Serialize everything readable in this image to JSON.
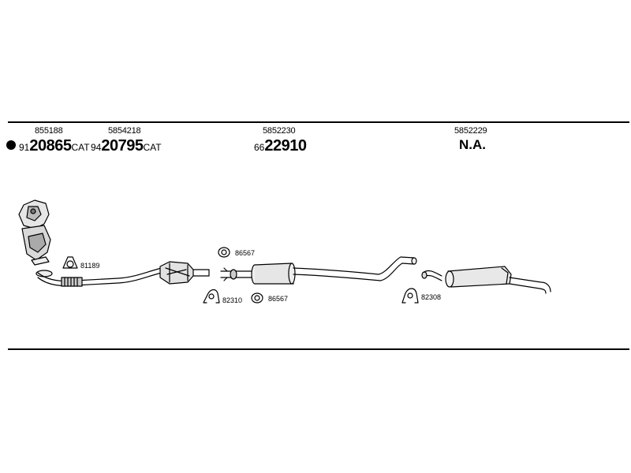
{
  "oem_numbers": {
    "part1": "855188",
    "part2": "5854218",
    "part3": "5852230",
    "part4": "5852229"
  },
  "parts": {
    "part1": {
      "prefix": "91",
      "number": "20865",
      "suffix": "CAT"
    },
    "part2": {
      "prefix": "94",
      "number": "20795",
      "suffix": "CAT"
    },
    "part3": {
      "prefix": "66",
      "number": "22910",
      "suffix": ""
    },
    "part4": {
      "text": "N.A."
    }
  },
  "fittings": {
    "gasket": "81189",
    "clamp_top": "86567",
    "clamp_left": "82310",
    "clamp_right": "86567",
    "clamp_rear": "82308"
  }
}
